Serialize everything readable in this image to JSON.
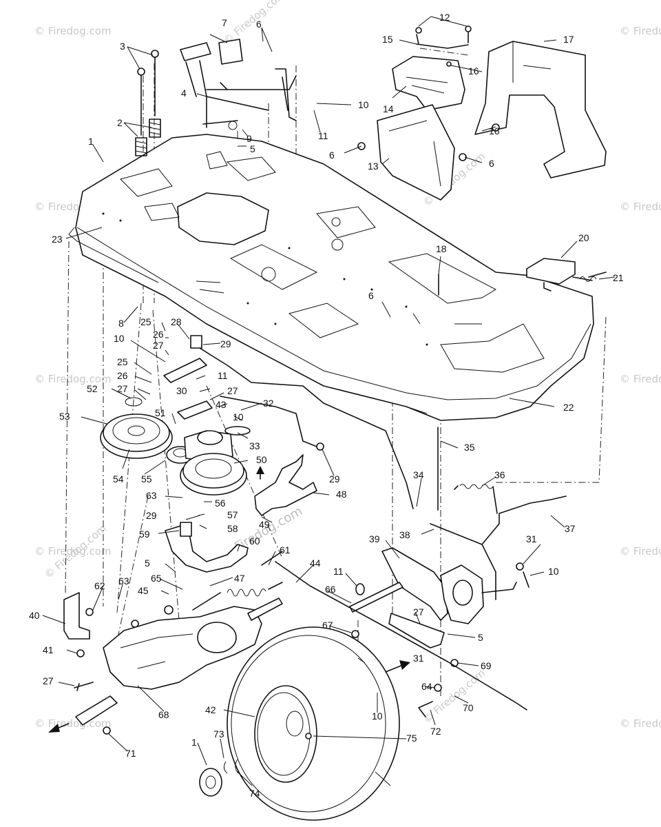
{
  "watermarks": {
    "brand": "© Firedog.com",
    "overlay": "Firedog.com"
  },
  "callouts": [
    "1",
    "2",
    "3",
    "4",
    "7",
    "6",
    "12",
    "15",
    "17",
    "16",
    "10",
    "11",
    "14",
    "16",
    "6",
    "13",
    "6",
    "9",
    "5",
    "23",
    "18",
    "20",
    "21",
    "8",
    "6",
    "25",
    "28",
    "26",
    "29",
    "10",
    "27",
    "25",
    "11",
    "26",
    "27",
    "52",
    "30",
    "27",
    "53",
    "51",
    "43",
    "32",
    "10",
    "33",
    "22",
    "35",
    "50",
    "29",
    "54",
    "55",
    "34",
    "36",
    "63",
    "56",
    "48",
    "57",
    "29",
    "49",
    "59",
    "58",
    "37",
    "38",
    "60",
    "61",
    "39",
    "31",
    "5",
    "44",
    "10",
    "47",
    "11",
    "65",
    "62",
    "63",
    "45",
    "66",
    "40",
    "27",
    "5",
    "67",
    "41",
    "31",
    "69",
    "27",
    "64",
    "68",
    "10",
    "70",
    "42",
    "72",
    "73",
    "75",
    "1",
    "71",
    "74"
  ]
}
